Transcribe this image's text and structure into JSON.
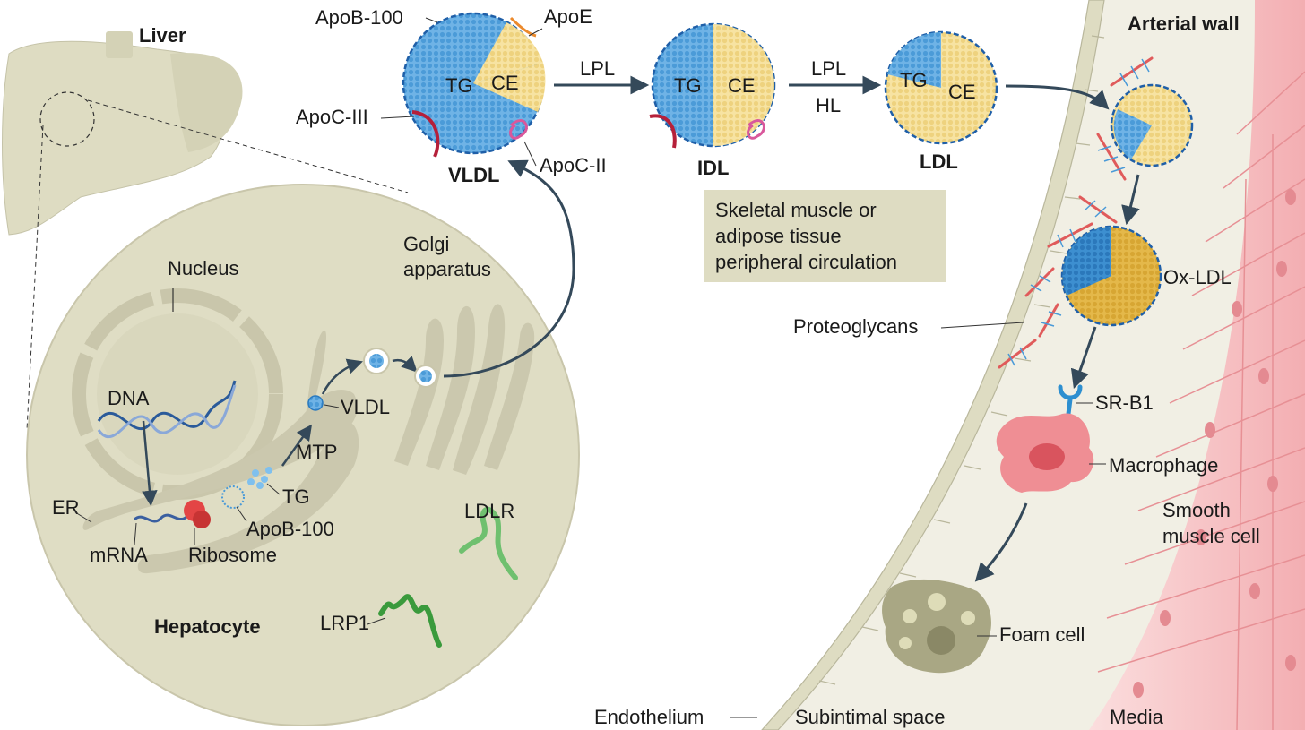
{
  "labels": {
    "liver": "Liver",
    "hepatocyte": "Hepatocyte",
    "nucleus": "Nucleus",
    "golgi_1": "Golgi",
    "golgi_2": "apparatus",
    "dna": "DNA",
    "er": "ER",
    "mrna": "mRNA",
    "ribosome": "Ribosome",
    "apob100_er": "ApoB-100",
    "tg_er": "TG",
    "mtp": "MTP",
    "vldl_small": "VLDL",
    "ldlr": "LDLR",
    "lrp1": "LRP1",
    "apob100_top": "ApoB-100",
    "apoe": "ApoE",
    "apoc3": "ApoC-III",
    "apoc2": "ApoC-II",
    "vldl": "VLDL",
    "idl": "IDL",
    "ldl": "LDL",
    "tg": "TG",
    "ce": "CE",
    "lpl_1": "LPL",
    "lpl_2": "LPL",
    "hl": "HL",
    "box_1": "Skeletal muscle or",
    "box_2": "adipose tissue",
    "box_3": "peripheral circulation",
    "arterial_wall": "Arterial wall",
    "ox_ldl": "Ox-LDL",
    "proteoglycans": "Proteoglycans",
    "sr_b1": "SR-B1",
    "macrophage": "Macrophage",
    "smooth_1": "Smooth",
    "smooth_2": "muscle cell",
    "foam_cell": "Foam cell",
    "endothelium": "Endothelium",
    "subintimal": "Subintimal space",
    "media": "Media"
  },
  "colors": {
    "tg_blue": "#5aa9e2",
    "ce_yellow": "#f5dc8e",
    "ox_yellow": "#e8b63c",
    "cell_beige": "#dddcc3",
    "organelle": "#c9c6ab",
    "arrow": "#34495a",
    "smooth_muscle": "#f2b2b4",
    "macrophage": "#ef8e94",
    "apoe_orange": "#ec8a2c",
    "apoc3_red": "#b5203a",
    "apoc2_pink": "#d9589c",
    "lrp1_green": "#3a9a3c",
    "proteoglycan_red": "#e05b5b"
  }
}
